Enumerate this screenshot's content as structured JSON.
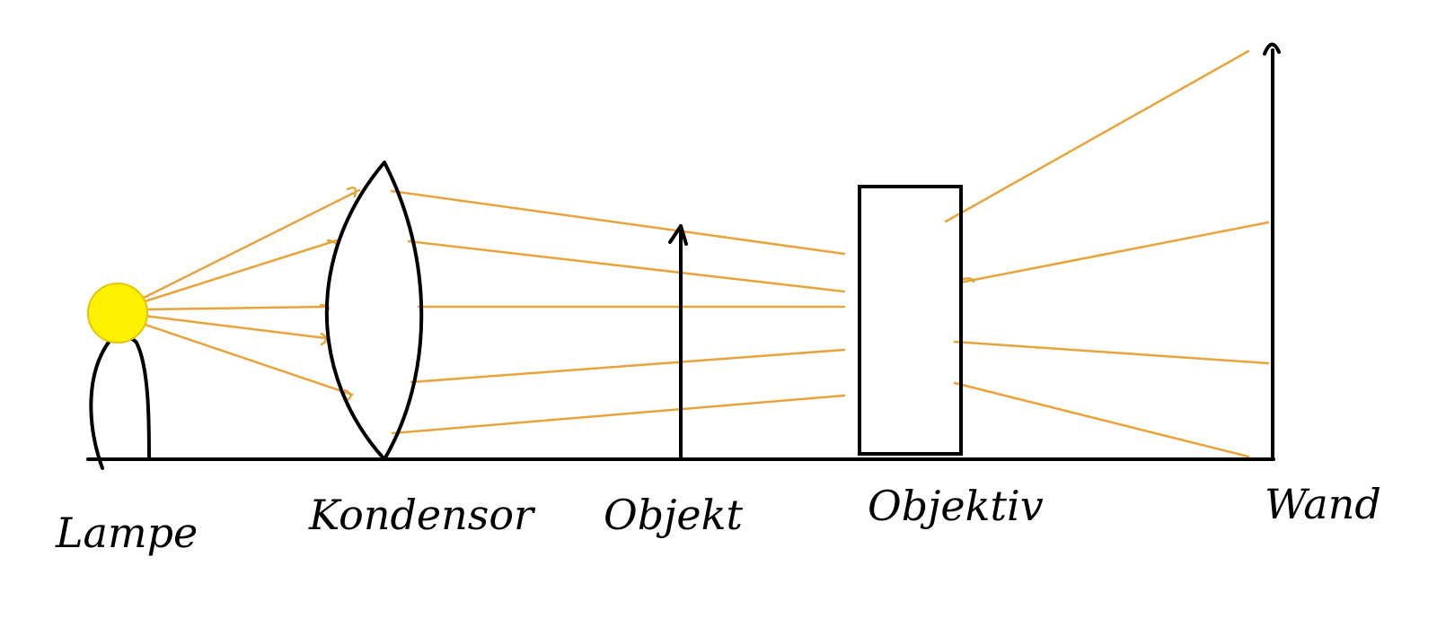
{
  "labels": {
    "lamp": "Lampe",
    "condenser": "Kondensor",
    "object": "Objekt",
    "objective": "Objektiv",
    "wall": "Wand"
  },
  "colors": {
    "ink": "#000000",
    "ray": "#E8A33A",
    "lamp_fill": "#FFF200",
    "lamp_stroke": "#E8C200",
    "background": "#FFFFFF"
  },
  "components": [
    "lamp",
    "condenser",
    "object-arrow",
    "objective-box",
    "wall-screen"
  ]
}
